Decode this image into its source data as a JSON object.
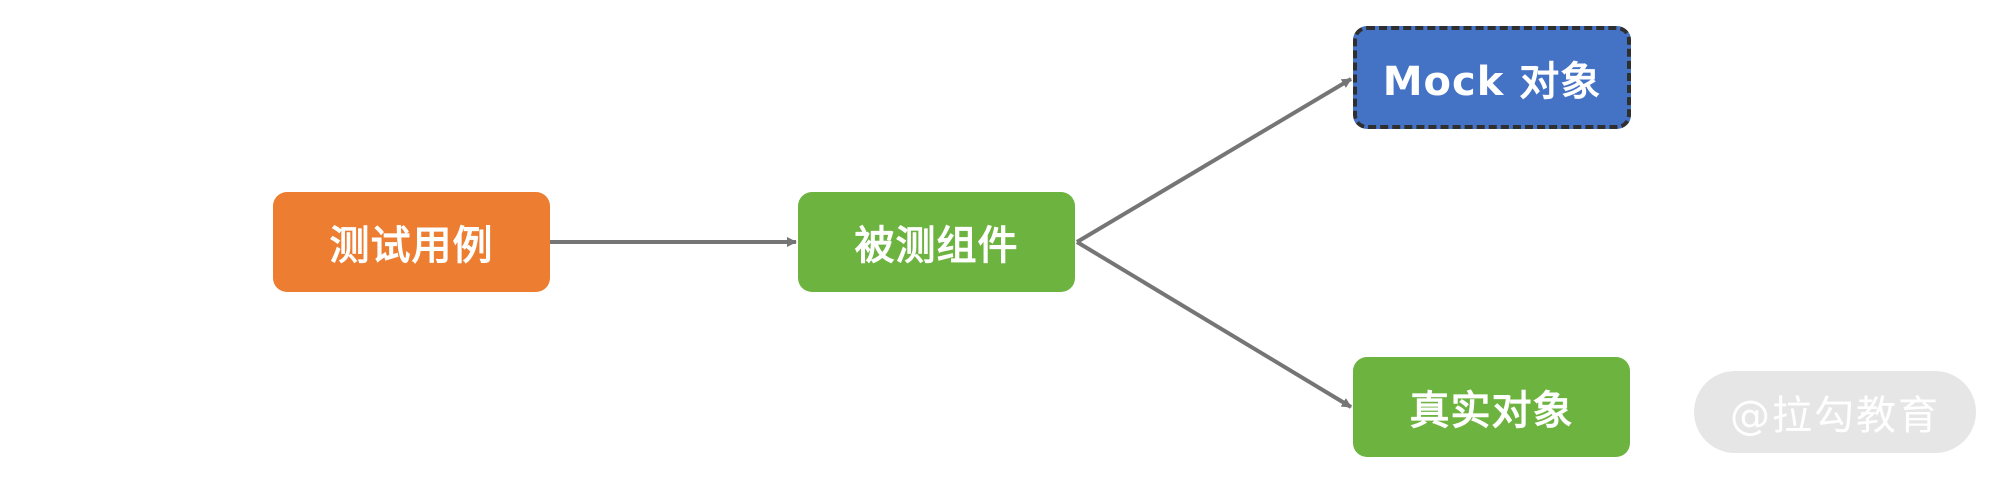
{
  "diagram": {
    "nodes": {
      "test_case": "测试用例",
      "component_under_test": "被测组件",
      "mock_object": "Mock 对象",
      "real_object": "真实对象"
    },
    "watermark": "@拉勾教育",
    "colors": {
      "test_case": "#ed7d31",
      "component_under_test": "#6db33f",
      "mock_object": "#4472c4",
      "real_object": "#6db33f",
      "arrow": "#757575",
      "mock_border": "#2f2f2f"
    }
  }
}
